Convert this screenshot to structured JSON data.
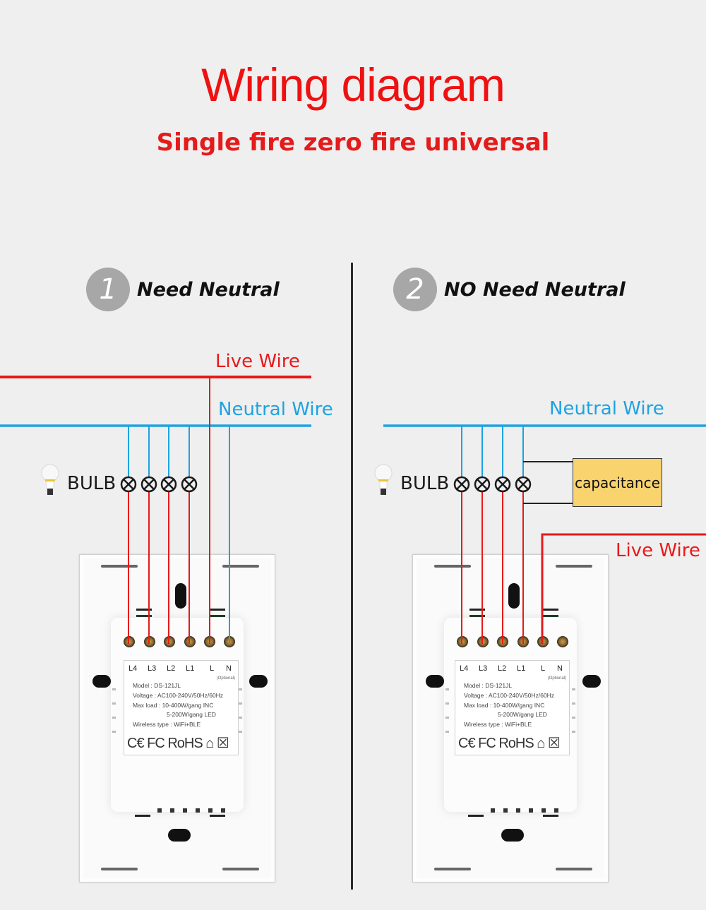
{
  "header": {
    "title": "Wiring diagram",
    "subtitle": "Single fire zero fire universal"
  },
  "colors": {
    "title_red": "#ee1111",
    "live_wire": "#e81a1a",
    "neutral_wire": "#1ea3e0",
    "capacitor_fill": "#f9d36e",
    "badge_gray": "#a7a7a7",
    "background": "#efefef"
  },
  "sections": [
    {
      "number": "1",
      "title": "Need Neutral",
      "live_label": "Live Wire",
      "neutral_label": "Neutral Wire",
      "bulb_label": "BULB",
      "bulb_icon": "light-bulb-icon",
      "lamp_symbol": "lamp-cross-circle-icon",
      "lamp_count": 4
    },
    {
      "number": "2",
      "title": "NO Need Neutral",
      "live_label": "Live Wire",
      "neutral_label": "Neutral Wire",
      "bulb_label": "BULB",
      "bulb_icon": "light-bulb-icon",
      "lamp_symbol": "lamp-cross-circle-icon",
      "lamp_count": 4,
      "capacitor_label": "capacitance"
    }
  ],
  "device_label": {
    "terminals": [
      "L4",
      "L3",
      "L2",
      "L1",
      "L",
      "N"
    ],
    "n_note": "(Optional)",
    "model": "Model : DS-121JL",
    "voltage": "Voltage : AC100-240V/50Hz/60Hz",
    "max_load_inc": "Max load : 10-400W/gang  INC",
    "max_load_led": "5-200W/gang  LED",
    "wireless": "Wireless type : WiFi+BLE",
    "certifications": "C€ FC RoHS ⌂ ☒"
  }
}
